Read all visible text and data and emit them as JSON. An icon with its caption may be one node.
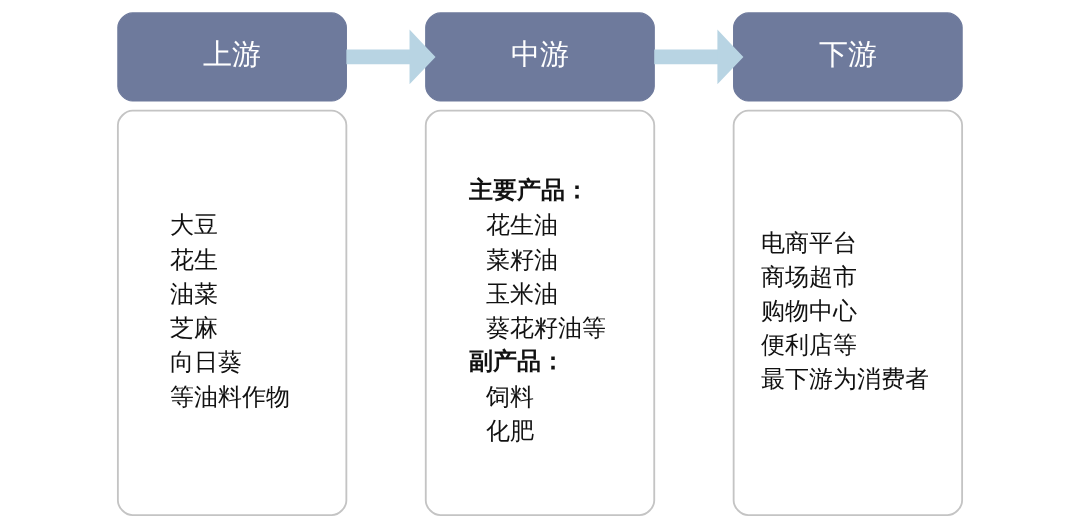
{
  "diagram": {
    "nodes": [
      {
        "text": [
          "上游"
        ]
      },
      {
        "text": [
          "大豆",
          "花生",
          "油菜",
          "芝麻",
          "向日葵",
          "等油料作物"
        ]
      },
      {
        "text": [
          "中游"
        ]
      },
      {
        "text": [
          "主要产品：",
          "花生油",
          "菜籽油",
          "玉米油",
          "葵花籽油等",
          "副产品：",
          "饲料",
          "化肥"
        ]
      },
      {
        "text": [
          "下游"
        ]
      },
      {
        "text": [
          "电商平台",
          "商场超市",
          "购物中心",
          "便利店等",
          "最下游为消费者"
        ]
      }
    ],
    "edges": [
      {
        "from": 0,
        "to": 2,
        "arrow": "to"
      },
      {
        "from": 2,
        "to": 4,
        "arrow": "to"
      }
    ]
  }
}
